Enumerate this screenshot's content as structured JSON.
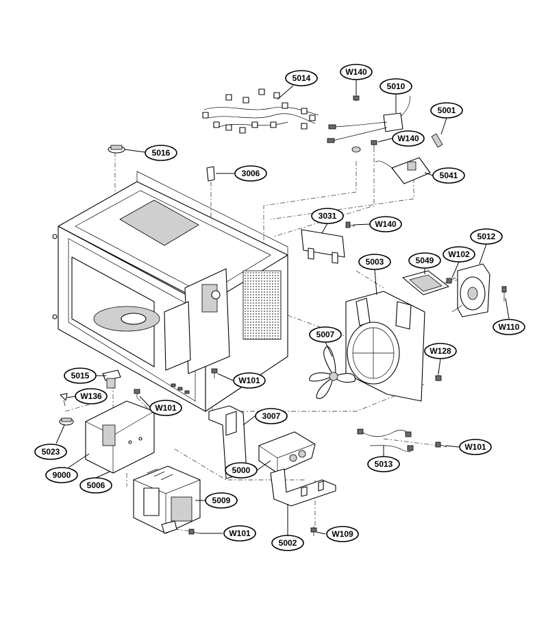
{
  "callouts": [
    {
      "id": "5014",
      "label": "5014"
    },
    {
      "id": "W140a",
      "label": "W140"
    },
    {
      "id": "5010",
      "label": "5010"
    },
    {
      "id": "5001",
      "label": "5001"
    },
    {
      "id": "W140b",
      "label": "W140"
    },
    {
      "id": "5016",
      "label": "5016"
    },
    {
      "id": "3006",
      "label": "3006"
    },
    {
      "id": "5041",
      "label": "5041"
    },
    {
      "id": "3031",
      "label": "3031"
    },
    {
      "id": "W140c",
      "label": "W140"
    },
    {
      "id": "5012",
      "label": "5012"
    },
    {
      "id": "5003",
      "label": "5003"
    },
    {
      "id": "5049",
      "label": "5049"
    },
    {
      "id": "W102",
      "label": "W102"
    },
    {
      "id": "W110",
      "label": "W110"
    },
    {
      "id": "5007",
      "label": "5007"
    },
    {
      "id": "W128",
      "label": "W128"
    },
    {
      "id": "5015",
      "label": "5015"
    },
    {
      "id": "W101a",
      "label": "W101"
    },
    {
      "id": "W136",
      "label": "W136"
    },
    {
      "id": "W101b",
      "label": "W101"
    },
    {
      "id": "3007",
      "label": "3007"
    },
    {
      "id": "W101c",
      "label": "W101"
    },
    {
      "id": "5023",
      "label": "5023"
    },
    {
      "id": "5013",
      "label": "5013"
    },
    {
      "id": "5000",
      "label": "5000"
    },
    {
      "id": "9000",
      "label": "9000"
    },
    {
      "id": "5006",
      "label": "5006"
    },
    {
      "id": "5009",
      "label": "5009"
    },
    {
      "id": "W101d",
      "label": "W101"
    },
    {
      "id": "W109",
      "label": "W109"
    },
    {
      "id": "5002",
      "label": "5002"
    }
  ],
  "colors": {
    "line": "#000000",
    "background": "#ffffff",
    "shading": "#cfcfcf"
  }
}
